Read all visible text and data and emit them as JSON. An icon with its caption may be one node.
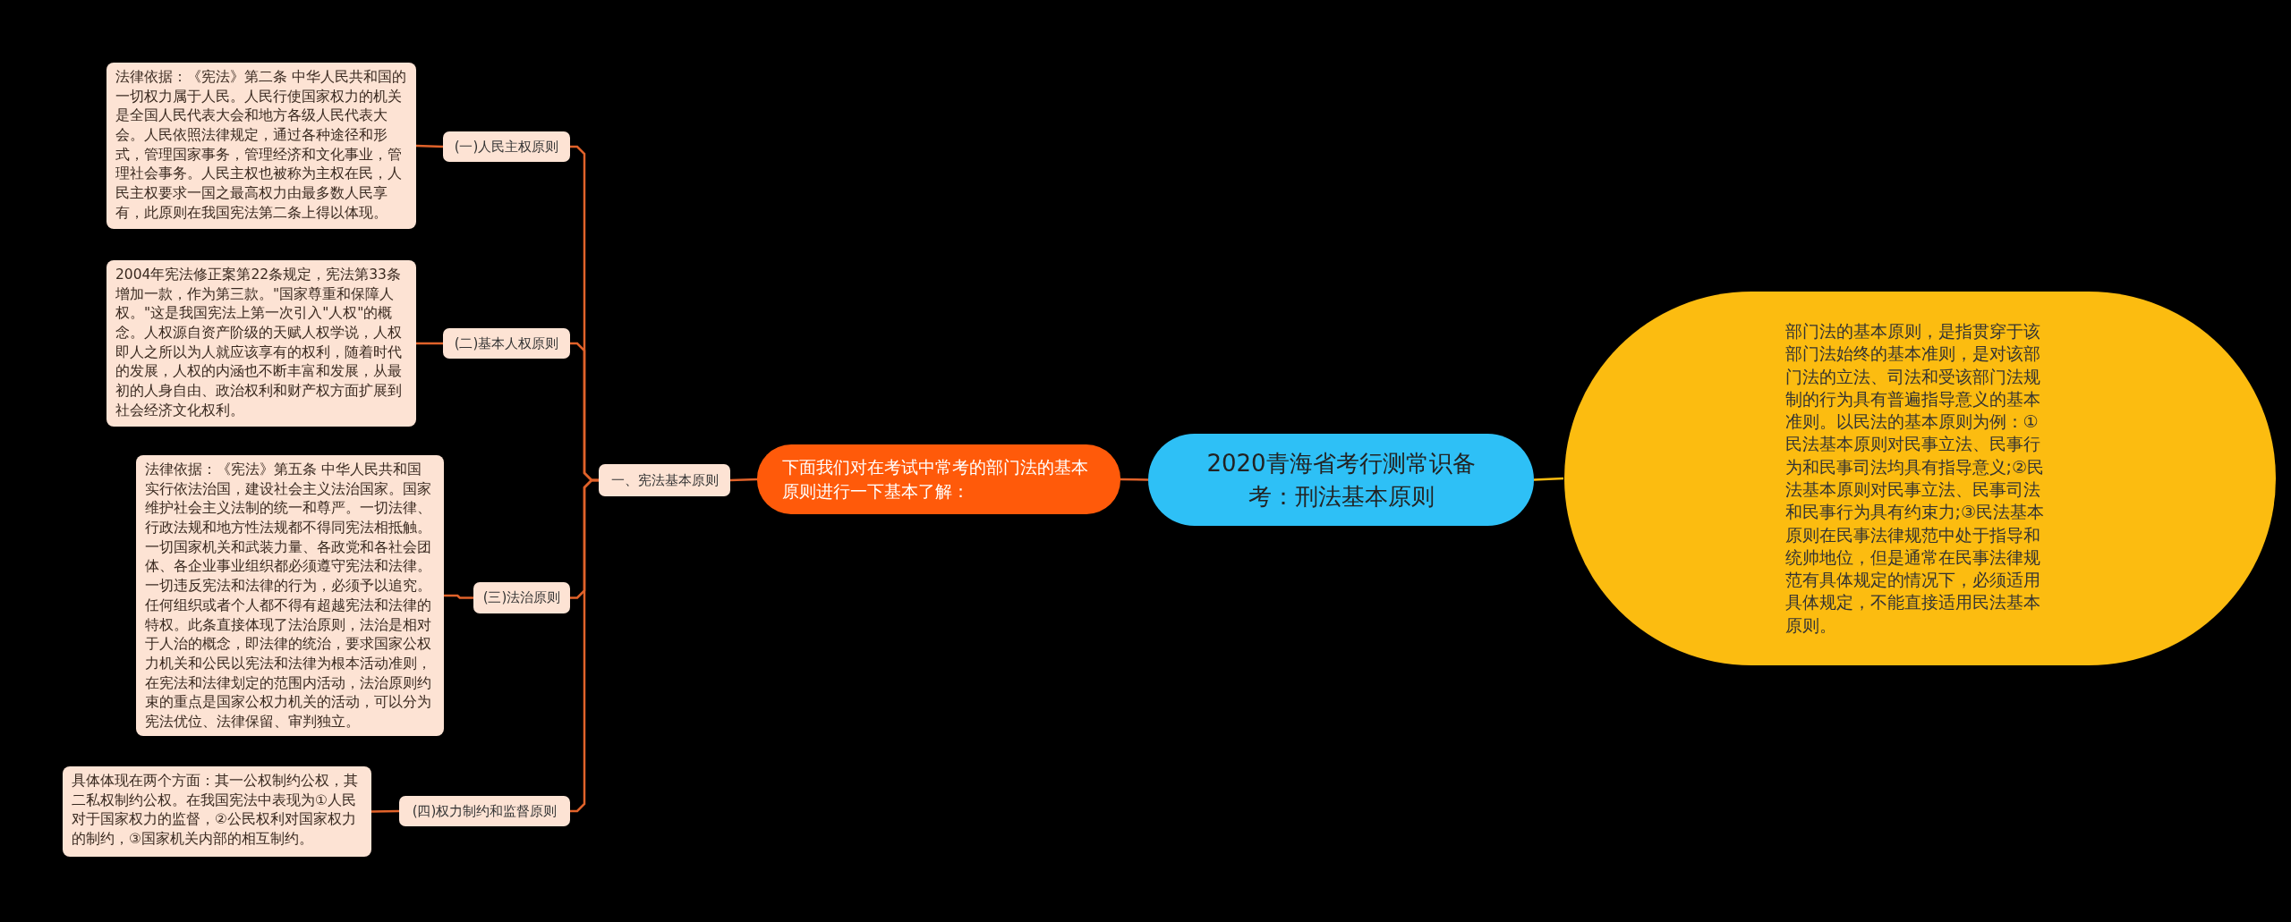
{
  "diagram": {
    "nodes": [
      {
        "text": [
          "2020青海省考行测常识备考：刑法基本原则"
        ]
      },
      {
        "text": [
          "下面我们对在考试中常考的部门法的基本原则进行一下基本了解："
        ]
      },
      {
        "text": [
          "一、宪法基本原则"
        ]
      },
      {
        "text": [
          "(一)人民主权原则"
        ]
      },
      {
        "text": [
          "法律依据：《宪法》第二条 中华人民共和国的一切权力属于人民。人民行使国家权力的机关是全国人民代表大会和地方各级人民代表大会。人民依照法律规定，通过各种途径和形式，管理国家事务，管理经济和文化事业，管理社会事务。人民主权也被称为主权在民，人民主权要求一国之最高权力由最多数人民享有，此原则在我国宪法第二条上得以体现。"
        ]
      },
      {
        "text": [
          "(二)基本人权原则"
        ]
      },
      {
        "text": [
          "2004年宪法修正案第22条规定，宪法第33条增加一款，作为第三款。\"国家尊重和保障人权。\"这是我国宪法上第一次引入\"人权\"的概念。人权源自资产阶级的天赋人权学说，人权即人之所以为人就应该享有的权利，随着时代的发展，人权的内涵也不断丰富和发展，从最初的人身自由、政治权利和财产权方面扩展到社会经济文化权利。"
        ]
      },
      {
        "text": [
          "(三)法治原则"
        ]
      },
      {
        "text": [
          "法律依据：《宪法》第五条 中华人民共和国实行依法治国，建设社会主义法治国家。国家维护社会主义法制的统一和尊严。一切法律、行政法规和地方性法规都不得同宪法相抵触。一切国家机关和武装力量、各政党和各社会团体、各企业事业组织都必须遵守宪法和法律。一切违反宪法和法律的行为，必须予以追究。任何组织或者个人都不得有超越宪法和法律的特权。此条直接体现了法治原则，法治是相对于人治的概念，即法律的统治，要求国家公权力机关和公民以宪法和法律为根本活动准则，在宪法和法律划定的范围内活动，法治原则约束的重点是国家公权力机关的活动，可以分为宪法优位、法律保留、审判独立。"
        ]
      },
      {
        "text": [
          "(四)权力制约和监督原则"
        ]
      },
      {
        "text": [
          "具体体现在两个方面：其一公权制约公权，其二私权制约公权。在我国宪法中表现为①人民对于国家权力的监督，②公民权利对国家权力的制约，③国家机关内部的相互制约。"
        ]
      },
      {
        "text": [
          "部门法的基本原则，是指贯穿于该部门法始终的基本准则，是对该部门法的立法、司法和受该部门法规制的行为具有普遍指导意义的基本准则。以民法的基本原则为例：①民法基本原则对民事立法、民事行为和民事司法均具有指导意义;②民法基本原则对民事立法、民事司法和民事行为具有约束力;③民法基本原则在民事法律规范中处于指导和统帅地位，但是通常在民事法律规范有具体规定的情况下，必须适用具体规定，不能直接适用民法基本原则。"
        ]
      }
    ],
    "edges": [
      {
        "from": 0,
        "to": 1,
        "arrow": "none"
      },
      {
        "from": 0,
        "to": 11,
        "arrow": "none",
        "color": "#fcbc10"
      },
      {
        "from": 1,
        "to": 2,
        "arrow": "none"
      },
      {
        "from": 2,
        "to": 3,
        "arrow": "none"
      },
      {
        "from": 2,
        "to": 5,
        "arrow": "none"
      },
      {
        "from": 2,
        "to": 7,
        "arrow": "none"
      },
      {
        "from": 2,
        "to": 9,
        "arrow": "none"
      },
      {
        "from": 3,
        "to": 4,
        "arrow": "none"
      },
      {
        "from": 5,
        "to": 6,
        "arrow": "none"
      },
      {
        "from": 7,
        "to": 8,
        "arrow": "none"
      },
      {
        "from": 9,
        "to": 10,
        "arrow": "none"
      }
    ]
  }
}
